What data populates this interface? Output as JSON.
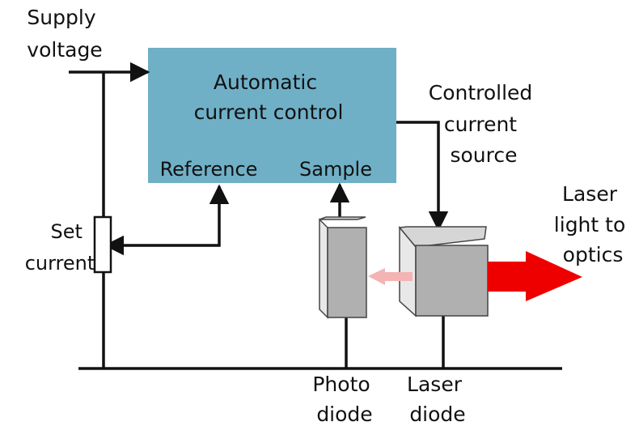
{
  "colors": {
    "line": "#111111",
    "control_box": "#6fb0c7",
    "device_face": "#b0b0b0",
    "device_top": "#d6d6d6",
    "device_side": "#e8e8e8",
    "laser_output": "#ee0000",
    "feedback_light": "#f4b4b4"
  },
  "labels": {
    "supply_voltage": [
      "Supply",
      "voltage"
    ],
    "control_box": [
      "Automatic",
      "current control"
    ],
    "reference": "Reference",
    "sample": "Sample",
    "controlled_current_source": [
      "Controlled",
      "current",
      "source"
    ],
    "laser_output": [
      "Laser",
      "light to",
      "optics"
    ],
    "set_current": [
      "Set",
      "current"
    ],
    "photo_diode": [
      "Photo",
      "diode"
    ],
    "laser_diode": [
      "Laser",
      "diode"
    ]
  }
}
